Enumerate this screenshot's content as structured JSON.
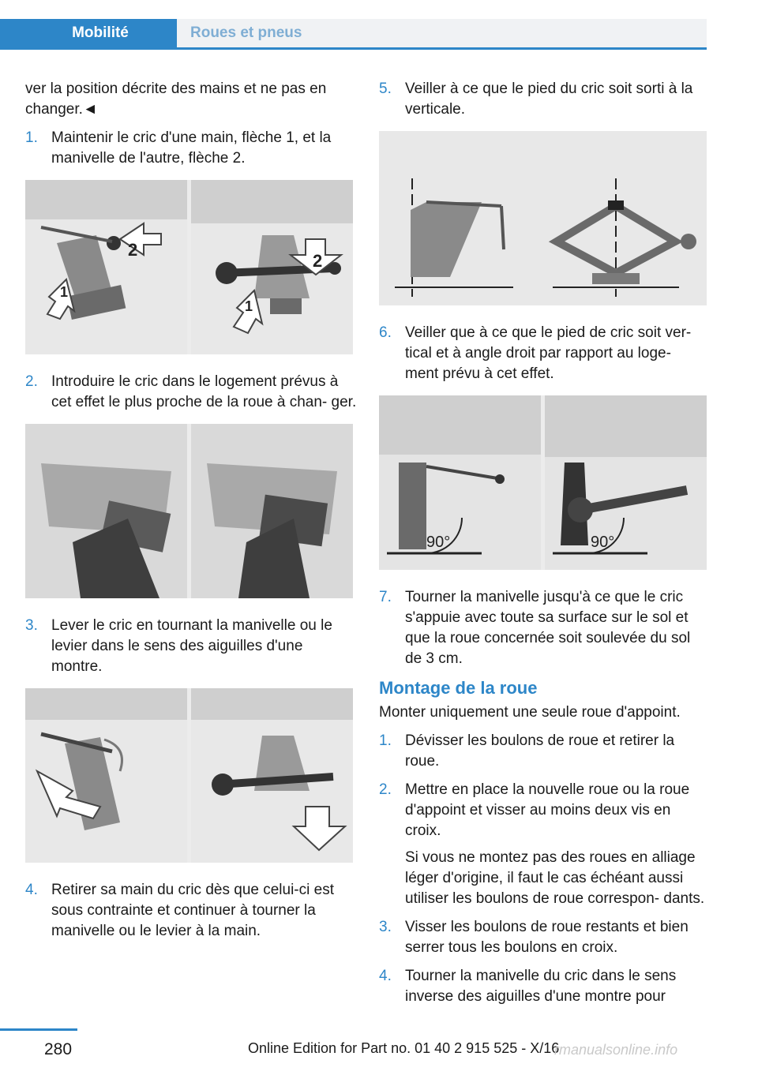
{
  "header": {
    "section": "Mobilité",
    "subsection": "Roues et pneus"
  },
  "left": {
    "intro": "ver la position décrite des mains et ne pas en changer.◄",
    "steps": [
      {
        "num": "1.",
        "text": "Maintenir le cric d'une main, flèche 1, et la manivelle de l'autre, flèche 2."
      },
      {
        "num": "2.",
        "text": "Introduire le cric dans le logement prévus à cet effet le plus proche de la roue à chan- ger."
      },
      {
        "num": "3.",
        "text": "Lever le cric en tournant la manivelle ou le levier dans le sens des aiguilles d'une montre."
      },
      {
        "num": "4.",
        "text": "Retirer sa main du cric dès que celui-ci est sous contrainte et continuer à tourner la manivelle ou le levier à la main."
      }
    ],
    "fig1_labels": {
      "arrow1": "1",
      "arrow2": "2"
    }
  },
  "right": {
    "steps": [
      {
        "num": "5.",
        "text": "Veiller à ce que le pied du cric soit sorti à la verticale."
      },
      {
        "num": "6.",
        "text": "Veiller que à ce que le pied de cric soit ver- tical et à angle droit par rapport au loge- ment prévu à cet effet."
      },
      {
        "num": "7.",
        "text": "Tourner la manivelle jusqu'à ce que le cric s'appuie avec toute sa surface sur le sol et que la roue concernée soit soulevée du sol de 3 cm."
      }
    ],
    "angle_label": "90°",
    "section_title": "Montage de la roue",
    "section_intro": "Monter uniquement une seule roue d'appoint.",
    "mount_steps": [
      {
        "num": "1.",
        "text": "Dévisser les boulons de roue et retirer la roue."
      },
      {
        "num": "2.",
        "text": "Mettre en place la nouvelle roue ou la roue d'appoint et visser au moins deux vis en croix.",
        "note": "Si vous ne montez pas des roues en alliage léger d'origine, il faut le cas échéant aussi utiliser les boulons de roue correspon- dants."
      },
      {
        "num": "3.",
        "text": "Visser les boulons de roue restants et bien serrer tous les boulons en croix."
      },
      {
        "num": "4.",
        "text": "Tourner la manivelle du cric dans le sens inverse des aiguilles d'une montre pour"
      }
    ]
  },
  "footer": {
    "page_number": "280",
    "edition": "Online Edition for Part no. 01 40 2 915 525 - X/16",
    "watermark": "rmanualsonline.info"
  }
}
